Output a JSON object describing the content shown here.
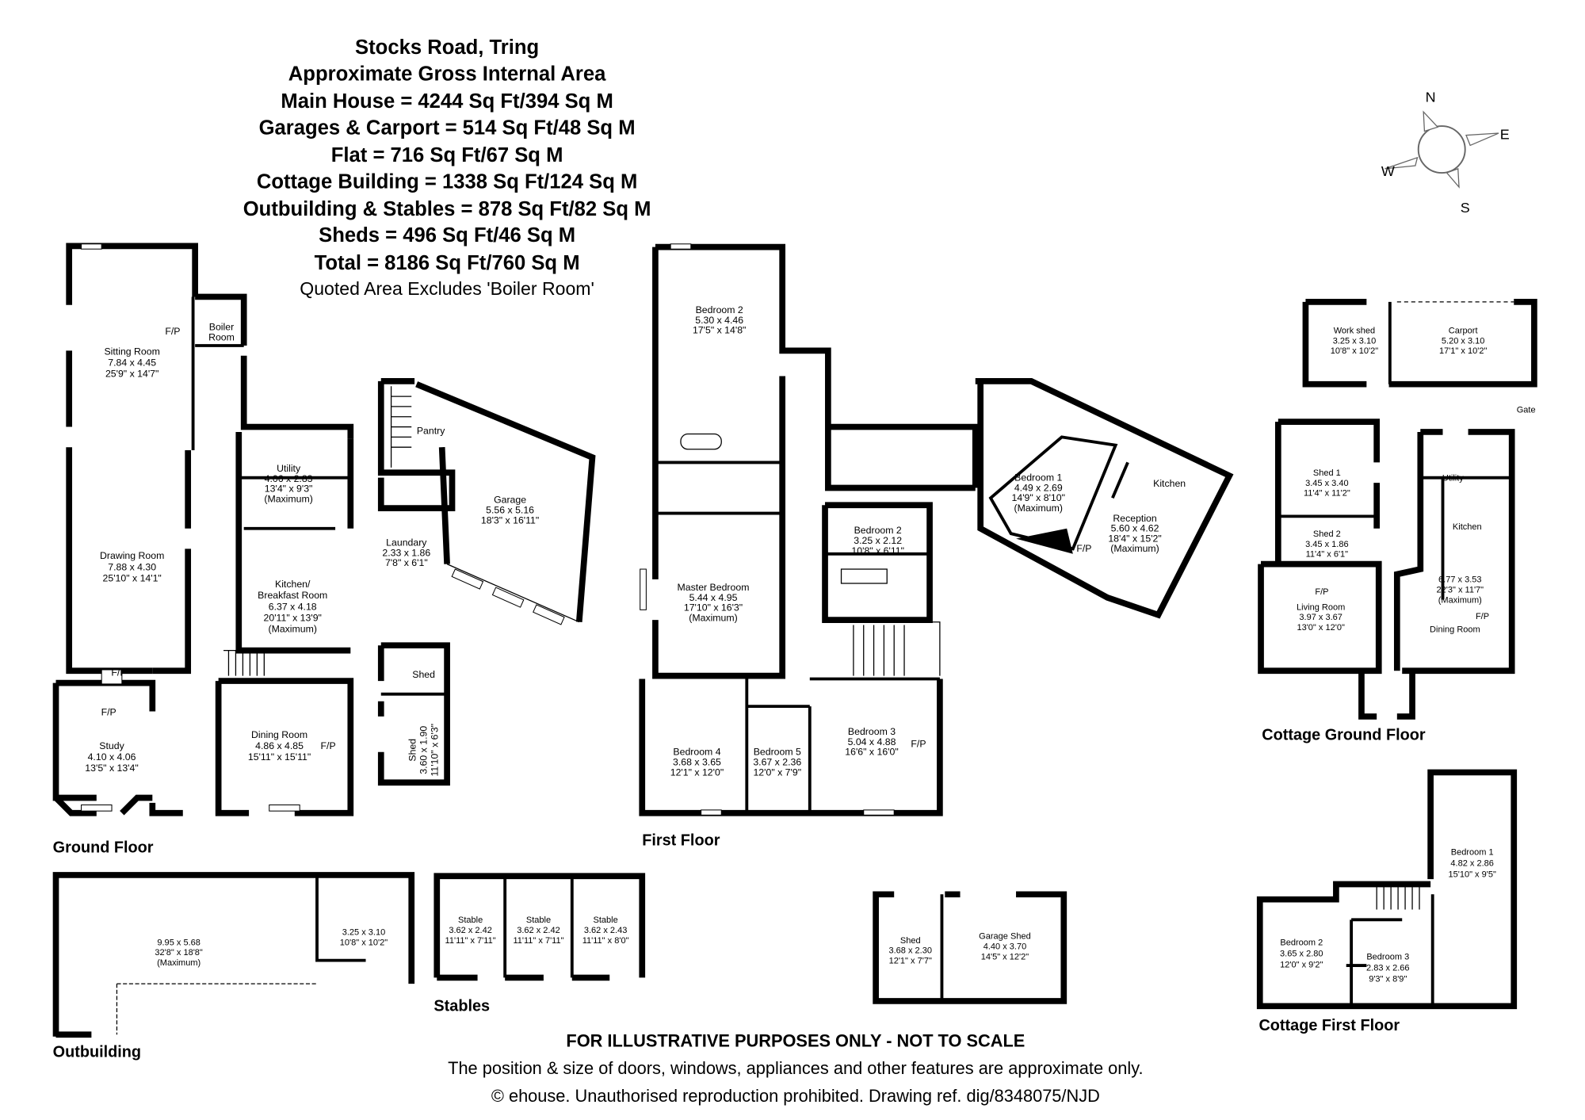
{
  "header": {
    "title": "Stocks Road, Tring",
    "lines": [
      "Approximate Gross Internal Area",
      "Main House = 4244 Sq Ft/394 Sq M",
      "Garages & Carport = 514 Sq Ft/48 Sq M",
      "Flat = 716 Sq Ft/67 Sq M",
      "Cottage Building = 1338 Sq Ft/124 Sq M",
      "Outbuilding & Stables = 878 Sq Ft/82 Sq M",
      "Sheds = 496 Sq Ft/46 Sq M",
      "Total = 8186 Sq Ft/760 Sq M"
    ],
    "note": "Quoted Area Excludes 'Boiler Room'"
  },
  "compass": {
    "n": "N",
    "e": "E",
    "s": "S",
    "w": "W"
  },
  "ground_floor": {
    "label": "Ground Floor",
    "rooms": {
      "sitting": [
        "Sitting Room",
        "7.84 x 4.45",
        "25'9\" x 14'7\""
      ],
      "boiler": [
        "Boiler",
        "Room"
      ],
      "utility": [
        "Utility",
        "4.06 x 2.83",
        "13'4\" x 9'3\"",
        "(Maximum)"
      ],
      "pantry": [
        "Pantry"
      ],
      "garage": [
        "Garage",
        "5.56 x 5.16",
        "18'3\" x 16'11\""
      ],
      "drawing": [
        "Drawing Room",
        "7.88 x 4.30",
        "25'10\" x 14'1\""
      ],
      "kitchen": [
        "Kitchen/",
        "Breakfast Room",
        "6.37 x 4.18",
        "20'11\" x 13'9\"",
        "(Maximum)"
      ],
      "laundary": [
        "Laundary",
        "2.33 x 1.86",
        "7'8\" x 6'1\""
      ],
      "study": [
        "Study",
        "4.10 x 4.06",
        "13'5\" x 13'4\""
      ],
      "dining": [
        "Dining Room",
        "4.86 x 4.85",
        "15'11\" x 15'11\""
      ],
      "shed_a": [
        "Shed"
      ],
      "shed_b": [
        "Shed",
        "3.60 x 1.90",
        "11'10\" x 6'3\""
      ]
    },
    "fp": "F/P"
  },
  "first_floor": {
    "label": "First Floor",
    "rooms": {
      "bed2": [
        "Bedroom 2",
        "5.30 x 4.46",
        "17'5\" x 14'8\""
      ],
      "master": [
        "Master Bedroom",
        "5.44 x 4.95",
        "17'10\" x 16'3\"",
        "(Maximum)"
      ],
      "bed4": [
        "Bedroom 4",
        "3.68 x 3.65",
        "12'1\" x 12'0\""
      ],
      "bed5": [
        "Bedroom 5",
        "3.67 x 2.36",
        "12'0\" x 7'9\""
      ],
      "bed3": [
        "Bedroom 3",
        "5.04 x 4.88",
        "16'6\" x 16'0\""
      ],
      "flat_bed2": [
        "Bedroom 2",
        "3.25 x 2.12",
        "10'8\" x 6'11\""
      ],
      "flat_bed1": [
        "Bedroom 1",
        "4.49 x 2.69",
        "14'9\" x 8'10\"",
        "(Maximum)"
      ],
      "flat_kitchen": [
        "Kitchen"
      ],
      "reception": [
        "Reception",
        "5.60 x 4.62",
        "18'4\" x 15'2\"",
        "(Maximum)"
      ]
    },
    "fp": "F/P"
  },
  "cottage_ground": {
    "label": "Cottage Ground Floor",
    "gate": "Gate",
    "rooms": {
      "workshed": [
        "Work shed",
        "3.25 x 3.10",
        "10'8\" x 10'2\""
      ],
      "carport": [
        "Carport",
        "5.20 x 3.10",
        "17'1\" x 10'2\""
      ],
      "shed1": [
        "Shed 1",
        "3.45 x 3.40",
        "11'4\" x 11'2\""
      ],
      "shed2": [
        "Shed 2",
        "3.45 x 1.86",
        "11'4\" x 6'1\""
      ],
      "living": [
        "Living Room",
        "3.97 x 3.67",
        "13'0\" x 12'0\""
      ],
      "utility": [
        "Utility"
      ],
      "kitchen": [
        "Kitchen"
      ],
      "dining": [
        "6.77 x 3.53",
        "22'3\" x 11'7\"",
        "(Maximum)",
        "Dining Room"
      ]
    },
    "fp": "F/P"
  },
  "cottage_first": {
    "label": "Cottage First Floor",
    "rooms": {
      "bed1": [
        "Bedroom 1",
        "4.82 x 2.86",
        "15'10\" x 9'5\""
      ],
      "bed2": [
        "Bedroom 2",
        "3.65 x 2.80",
        "12'0\" x 9'2\""
      ],
      "bed3": [
        "Bedroom 3",
        "2.83 x 2.66",
        "9'3\" x 8'9\""
      ]
    }
  },
  "outbuilding": {
    "label": "Outbuilding",
    "rooms": {
      "main": [
        "9.95 x 5.68",
        "32'8\" x 18'8\"",
        "(Maximum)"
      ],
      "store": [
        "3.25 x 3.10",
        "10'8\" x 10'2\""
      ]
    }
  },
  "stables": {
    "label": "Stables",
    "rooms": [
      [
        "Stable",
        "3.62 x 2.42",
        "11'11\" x 7'11\""
      ],
      [
        "Stable",
        "3.62 x 2.42",
        "11'11\" x 7'11\""
      ],
      [
        "Stable",
        "3.62 x 2.43",
        "11'11\" x 8'0\""
      ]
    ]
  },
  "sheds": {
    "rooms": {
      "shed": [
        "Shed",
        "3.68 x 2.30",
        "12'1\" x 7'7\""
      ],
      "garage_shed": [
        "Garage Shed",
        "4.40 x 3.70",
        "14'5\" x 12'2\""
      ]
    }
  },
  "footer": {
    "disclaimer": "FOR ILLUSTRATIVE PURPOSES ONLY - NOT TO SCALE",
    "note": "The position & size of doors, windows, appliances and other features are approximate only.",
    "copyright": "© ehouse. Unauthorised reproduction prohibited. Drawing ref. dig/8348075/NJD"
  }
}
